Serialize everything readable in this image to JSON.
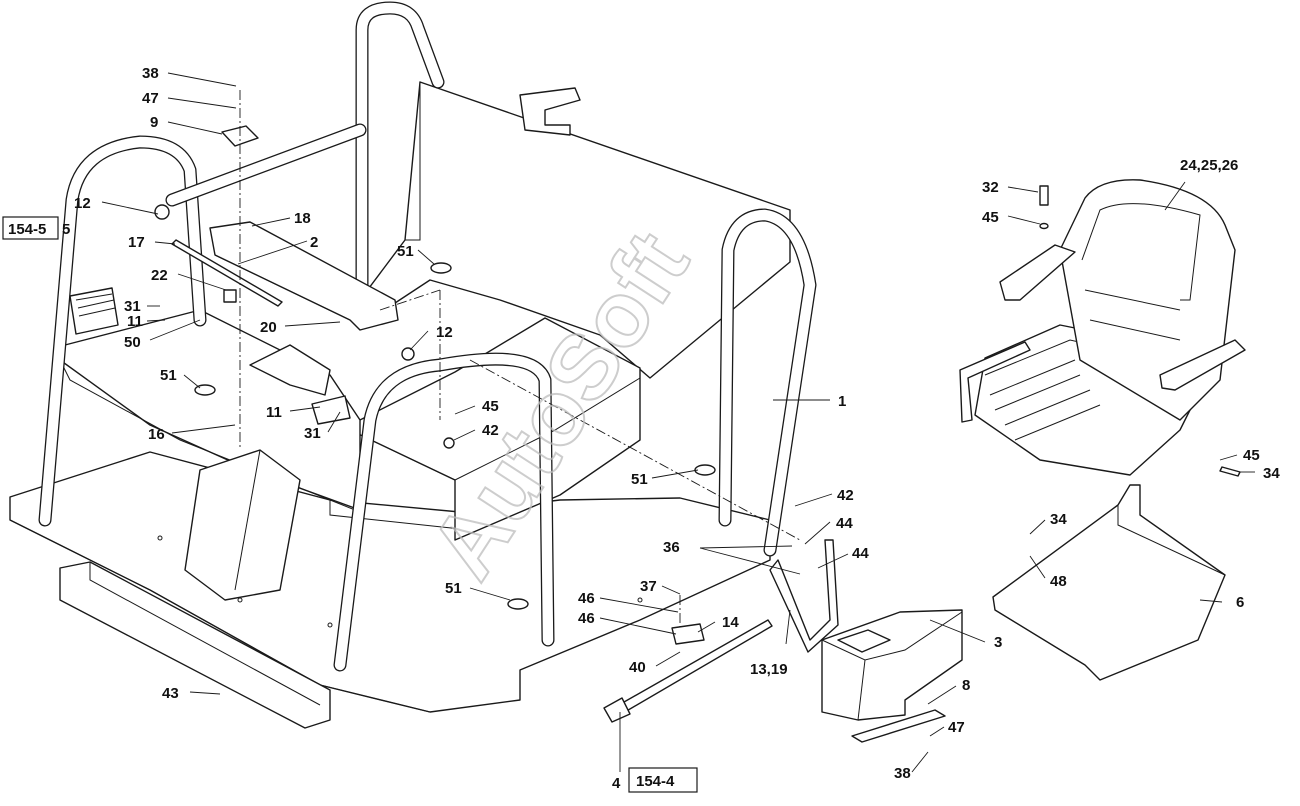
{
  "watermark": "AutoSoft",
  "refs": {
    "left": "154-5",
    "bottom": "154-4"
  },
  "labels": {
    "l1": "1",
    "l2": "2",
    "l3": "3",
    "l4": "4",
    "l5": "5",
    "l6": "6",
    "l8": "8",
    "l9": "9",
    "l11a": "11",
    "l11b": "11",
    "l12a": "12",
    "l12b": "12",
    "l13_19": "13,19",
    "l14": "14",
    "l16": "16",
    "l17": "17",
    "l18": "18",
    "l20": "20",
    "l22": "22",
    "l24_25_26": "24,25,26",
    "l31a": "31",
    "l31b": "31",
    "l32": "32",
    "l34a": "34",
    "l34b": "34",
    "l36": "36",
    "l37": "37",
    "l38a": "38",
    "l38b": "38",
    "l40": "40",
    "l42a": "42",
    "l42b": "42",
    "l43": "43",
    "l44a": "44",
    "l44b": "44",
    "l45a": "45",
    "l45b": "45",
    "l45c": "45",
    "l46a": "46",
    "l46b": "46",
    "l47a": "47",
    "l47b": "47",
    "l48": "48",
    "l50": "50",
    "l51a": "51",
    "l51b": "51",
    "l51c": "51",
    "l51d": "51"
  }
}
